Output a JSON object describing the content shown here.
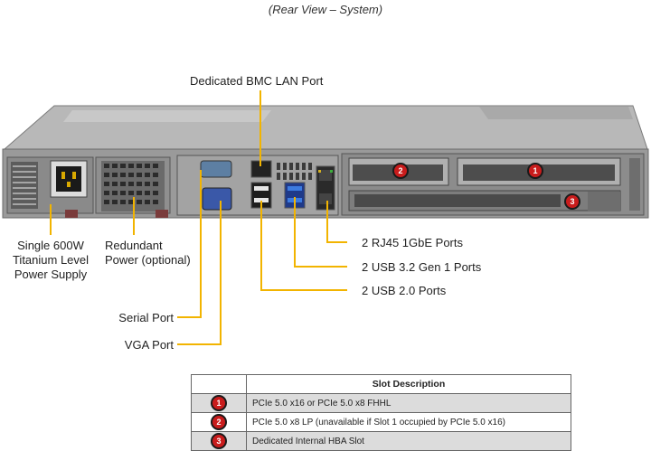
{
  "title": "(Rear View – System)",
  "callouts": {
    "bmc": "Dedicated BMC LAN Port",
    "psu_line1": "Single 600W",
    "psu_line2": "Titanium Level",
    "psu_line3": "Power Supply",
    "redundant_line1": "Redundant",
    "redundant_line2": "Power (optional)",
    "rj45": "2 RJ45 1GbE Ports",
    "usb32": "2 USB 3.2 Gen 1 Ports",
    "usb20": "2 USB 2.0 Ports",
    "serial": "Serial Port",
    "vga": "VGA Port"
  },
  "chassis_badges": [
    "2",
    "1",
    "3"
  ],
  "slot_table": {
    "header": "Slot Description",
    "rows": [
      {
        "num": "1",
        "desc": "PCIe 5.0 x16 or PCIe 5.0 x8 FHHL"
      },
      {
        "num": "2",
        "desc": "PCIe 5.0 x8 LP (unavailable  if Slot 1 occupied by PCIe 5.0 x16)"
      },
      {
        "num": "3",
        "desc": "Dedicated Internal HBA Slot"
      }
    ]
  },
  "colors": {
    "callout_line": "#f2b400",
    "badge": "#c91c1c",
    "chassis": "#9a9a9a"
  }
}
